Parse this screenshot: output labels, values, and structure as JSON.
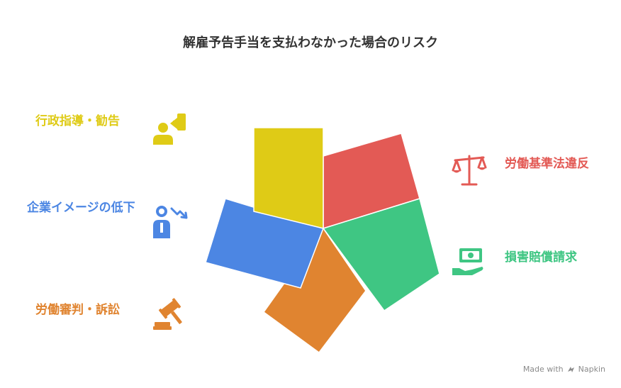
{
  "title": "解雇予告手当を支払わなかった場合のリスク",
  "risks": [
    {
      "label": "労働基準法違反",
      "color": "#e35a55",
      "icon": "scales-icon"
    },
    {
      "label": "損害賠償請求",
      "color": "#3fc683",
      "icon": "money-hand-icon"
    },
    {
      "label": "労働審判・訴訟",
      "color": "#e08430",
      "icon": "gavel-icon"
    },
    {
      "label": "企業イメージの低下",
      "color": "#4c86e3",
      "icon": "person-down-icon"
    },
    {
      "label": "行政指導・勧告",
      "color": "#dfcb16",
      "icon": "person-megaphone-icon"
    }
  ],
  "footer": {
    "made_with": "Made with",
    "brand": "Napkin"
  }
}
